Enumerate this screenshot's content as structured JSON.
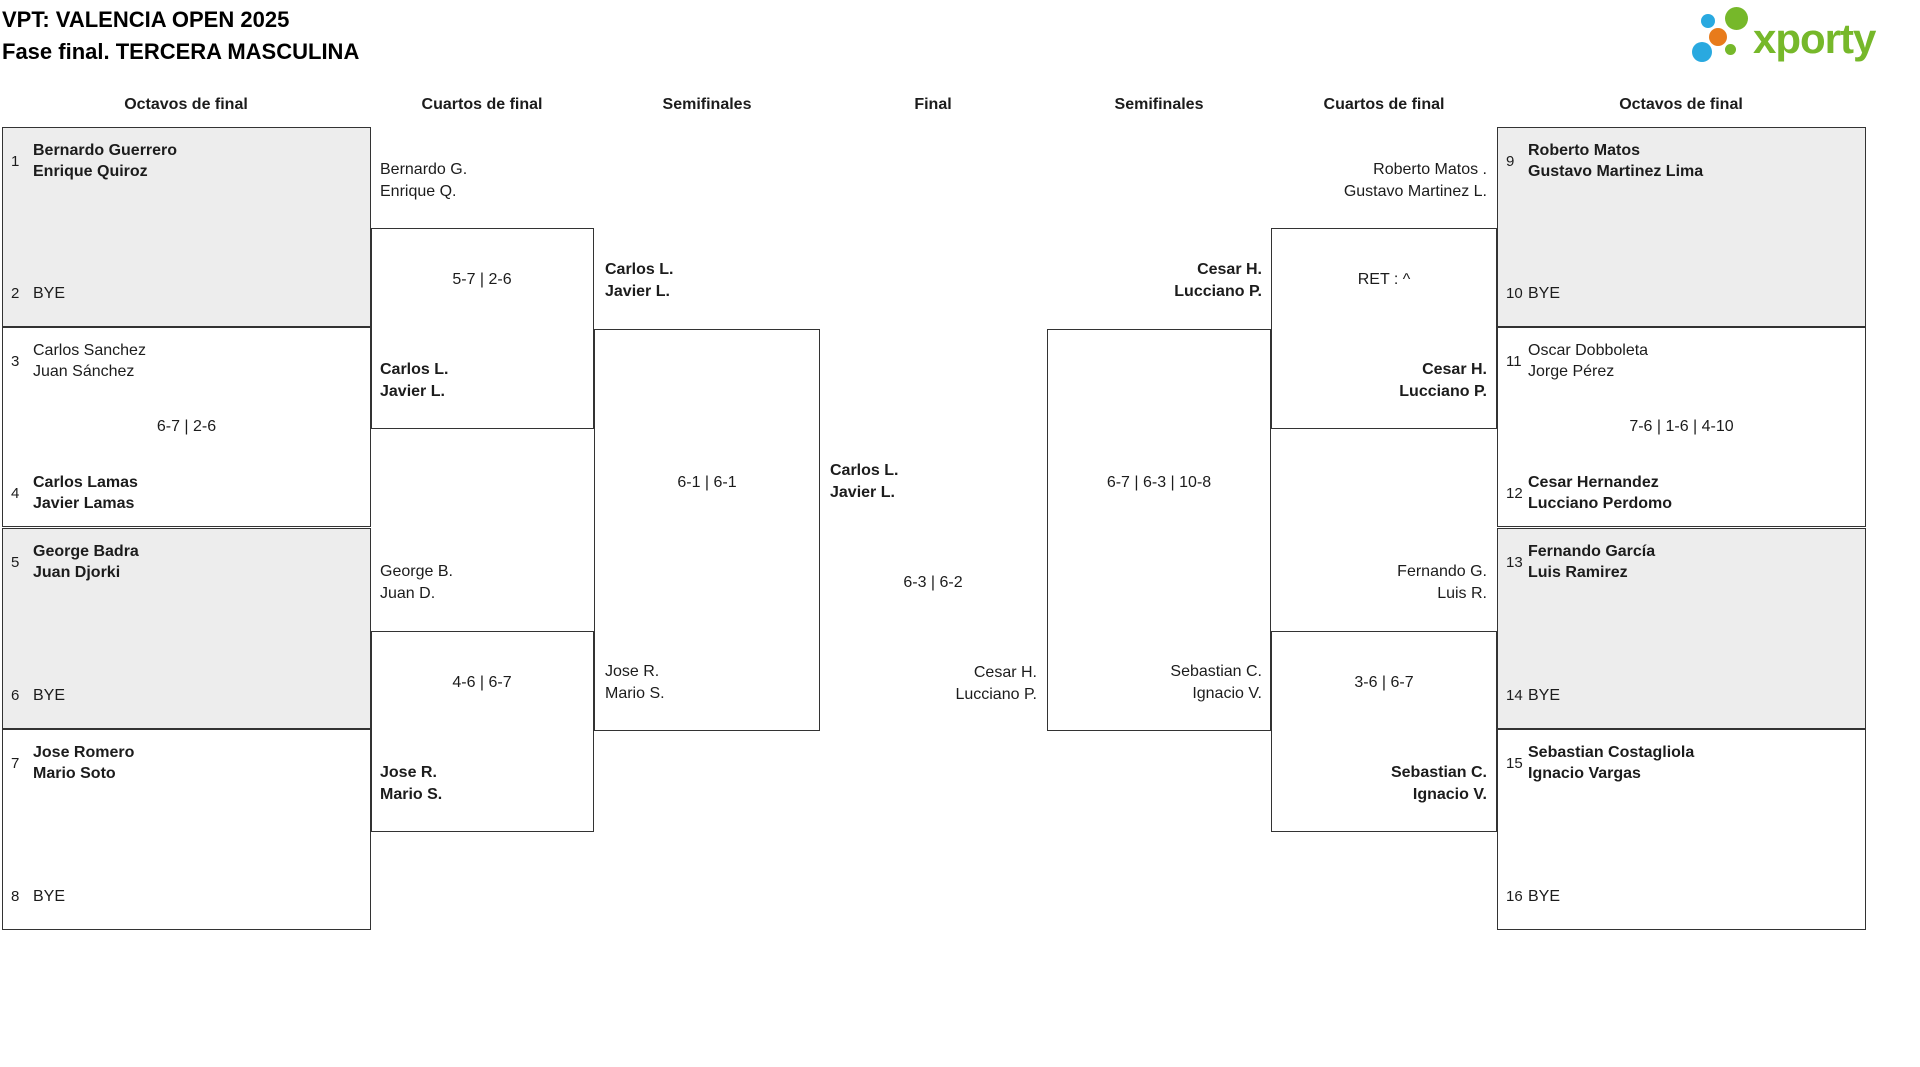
{
  "title": {
    "line1": "VPT: VALENCIA OPEN 2025",
    "line2": "Fase final. TERCERA MASCULINA"
  },
  "logo": {
    "brand": "xporty",
    "colors": {
      "green": "#76b82a",
      "blue": "#29a9e0",
      "orange": "#e87b1b"
    }
  },
  "round_headers": [
    "Octavos de final",
    "Cuartos de final",
    "Semifinales",
    "Final",
    "Semifinales",
    "Cuartos de final",
    "Octavos de final"
  ],
  "slots": [
    {
      "seed": "1",
      "line1": "Bernardo Guerrero",
      "line2": "Enrique Quiroz",
      "winner": true
    },
    {
      "seed": "2",
      "line1": "BYE",
      "winner": false
    },
    {
      "seed": "3",
      "line1": "Carlos Sanchez",
      "line2": "Juan Sánchez",
      "winner": false
    },
    {
      "seed": "4",
      "line1": "Carlos Lamas",
      "line2": "Javier Lamas",
      "winner": true
    },
    {
      "seed": "5",
      "line1": "George Badra",
      "line2": "Juan Djorki",
      "winner": true
    },
    {
      "seed": "6",
      "line1": "BYE",
      "winner": false
    },
    {
      "seed": "7",
      "line1": "Jose Romero",
      "line2": "Mario Soto",
      "winner": true
    },
    {
      "seed": "8",
      "line1": "BYE",
      "winner": false
    },
    {
      "seed": "9",
      "line1": "Roberto Matos",
      "line2": "Gustavo Martinez Lima",
      "winner": true
    },
    {
      "seed": "10",
      "line1": "BYE",
      "winner": false
    },
    {
      "seed": "11",
      "line1": "Oscar Dobboleta",
      "line2": "Jorge Pérez",
      "winner": false
    },
    {
      "seed": "12",
      "line1": "Cesar Hernandez",
      "line2": "Lucciano Perdomo",
      "winner": true
    },
    {
      "seed": "13",
      "line1": "Fernando García",
      "line2": "Luis Ramirez",
      "winner": true
    },
    {
      "seed": "14",
      "line1": "BYE",
      "winner": false
    },
    {
      "seed": "15",
      "line1": "Sebastian Costagliola",
      "line2": "Ignacio Vargas",
      "winner": true
    },
    {
      "seed": "16",
      "line1": "BYE",
      "winner": false
    }
  ],
  "octavos_scores": {
    "left": "6-7 | 2-6",
    "right": "7-6 | 1-6 | 4-10"
  },
  "qf": {
    "l1": {
      "top1": "Bernardo G.",
      "top2": "Enrique Q.",
      "score": "5-7 | 2-6",
      "win1": "Carlos L.",
      "win2": "Javier L."
    },
    "l2": {
      "top1": "George B.",
      "top2": "Juan D.",
      "score": "4-6 | 6-7",
      "win1": "Jose R.",
      "win2": "Mario S."
    },
    "r1": {
      "top1": "Roberto Matos .",
      "top2": "Gustavo Martinez L.",
      "score": "RET : ^",
      "win1": "Cesar H.",
      "win2": "Lucciano P."
    },
    "r2": {
      "top1": "Fernando G.",
      "top2": "Luis R.",
      "score": "3-6 | 6-7",
      "win1": "Sebastian C.",
      "win2": "Ignacio V."
    }
  },
  "semi": {
    "l": {
      "score": "6-1 | 6-1",
      "top1": "Carlos L.",
      "top2": "Javier L.",
      "bot1": "Jose R.",
      "bot2": "Mario S."
    },
    "r": {
      "score": "6-7 | 6-3 | 10-8",
      "top1": "Cesar H.",
      "top2": "Lucciano P.",
      "bot1": "Sebastian C.",
      "bot2": "Ignacio V."
    }
  },
  "final": {
    "score": "6-3 | 6-2",
    "win1": "Carlos L.",
    "win2": "Javier L.",
    "runner1": "Cesar H.",
    "runner2": "Lucciano P."
  }
}
